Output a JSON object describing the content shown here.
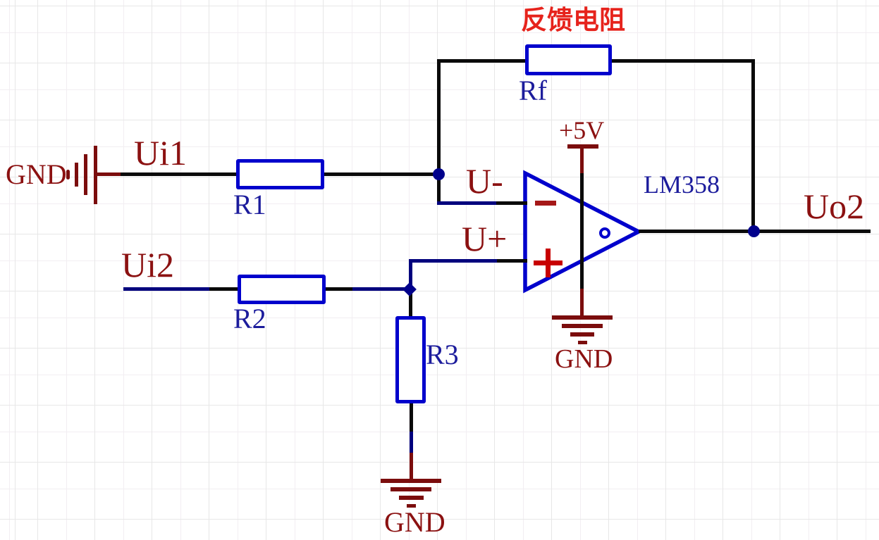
{
  "schematic": {
    "title": "反馈电阻",
    "opamp": {
      "part_number": "LM358",
      "inverting_input_label": "U-",
      "noninverting_input_label": "U+"
    },
    "resistors": {
      "rf": "Rf",
      "r1": "R1",
      "r2": "R2",
      "r3": "R3"
    },
    "nets": {
      "input1": "Ui1",
      "input2": "Ui2",
      "output": "Uo2",
      "supply": "+5V",
      "ground_left": "GND",
      "ground_opamp": "GND",
      "ground_bottom": "GND"
    },
    "colors": {
      "title_red": "#e6231c",
      "label_maroon": "#8b1111",
      "symbol_maroon": "#7b0d0d",
      "component_blue": "#0000cc",
      "designator_navy": "#1c1c9c",
      "wire_black": "#0a0a0a",
      "wire_navy": "#00007d",
      "junction_navy": "#00008b",
      "pin_minus_red": "#a51818",
      "pin_plus_red": "#c80000"
    }
  }
}
